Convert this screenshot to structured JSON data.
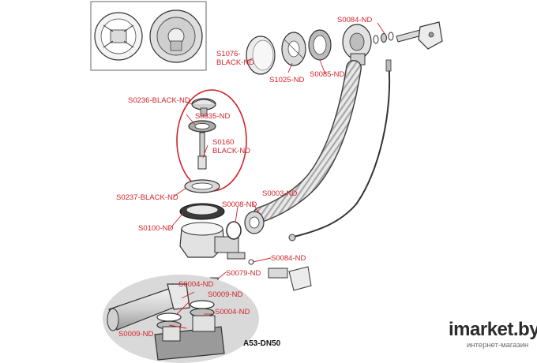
{
  "labels": [
    {
      "id": "s0084-top",
      "text": "S0084-ND"
    },
    {
      "id": "s1076",
      "text": "S1076-\nBLACK-ND"
    },
    {
      "id": "s1025",
      "text": "S1025-ND"
    },
    {
      "id": "s0085",
      "text": "S0085-ND"
    },
    {
      "id": "s0236",
      "text": "S0236-BLACK-ND"
    },
    {
      "id": "s0335",
      "text": "S0335-ND"
    },
    {
      "id": "s0160",
      "text": "S0160\nBLACK-ND"
    },
    {
      "id": "s0237",
      "text": "S0237-BLACK-ND"
    },
    {
      "id": "s0003",
      "text": "S0003-ND"
    },
    {
      "id": "s0008",
      "text": "S0008-ND"
    },
    {
      "id": "s0100",
      "text": "S0100-ND"
    },
    {
      "id": "s0084-mid",
      "text": "S0084-ND"
    },
    {
      "id": "s0079",
      "text": "S0079-ND"
    },
    {
      "id": "s0004-a",
      "text": "S0004-ND"
    },
    {
      "id": "s0009-a",
      "text": "S0009-ND"
    },
    {
      "id": "s0004-b",
      "text": "S0004-ND"
    },
    {
      "id": "s0009-b",
      "text": "S0009-ND"
    }
  ],
  "model_label": "A53-DN50",
  "watermark": {
    "main": "imarket.by",
    "sub": "интернет-магазин"
  },
  "colors": {
    "label": "#d2232a",
    "leader": "#d2232a",
    "highlight": "#d2232a",
    "line": "#333333",
    "part_fill": "#e6e6e6"
  }
}
